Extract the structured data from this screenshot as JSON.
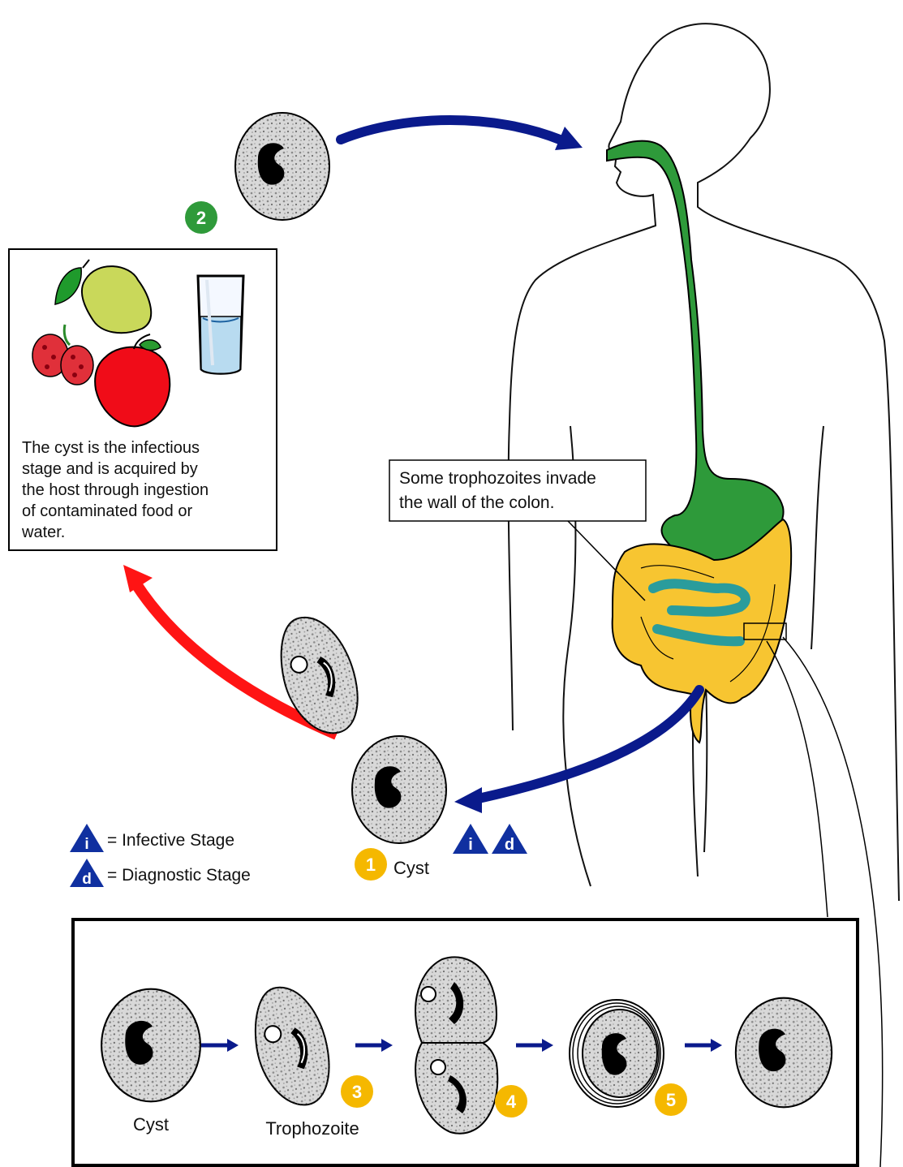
{
  "info_box": {
    "lines": [
      "The cyst is the infectious",
      "stage and is acquired by",
      "the host through ingestion",
      "of contaminated food or",
      "water."
    ]
  },
  "callout": {
    "lines": [
      "Some trophozoites invade",
      "the wall of the colon."
    ]
  },
  "legend": {
    "infective_symbol": "i",
    "infective_label": "= Infective Stage",
    "diagnostic_symbol": "d",
    "diagnostic_label": "= Diagnostic Stage"
  },
  "stages": {
    "s1_number": "1",
    "s1_label": "Cyst",
    "s2_number": "2",
    "s3_number": "3",
    "s4_number": "4",
    "s5_number": "5",
    "badge_i": "i",
    "badge_d": "d"
  },
  "bottom_panel": {
    "cyst_label": "Cyst",
    "trophozoite_label": "Trophozoite"
  },
  "colors": {
    "blue_arrow": "#0a1a8c",
    "red_arrow": "#ff1414",
    "digestive_green": "#2e9a3a",
    "colon_yellow": "#f7c531",
    "small_intestine_teal": "#2a9c9c",
    "badge_yellow": "#f5b800",
    "badge_green": "#2f9a3a",
    "triangle_blue": "#1030a0"
  }
}
